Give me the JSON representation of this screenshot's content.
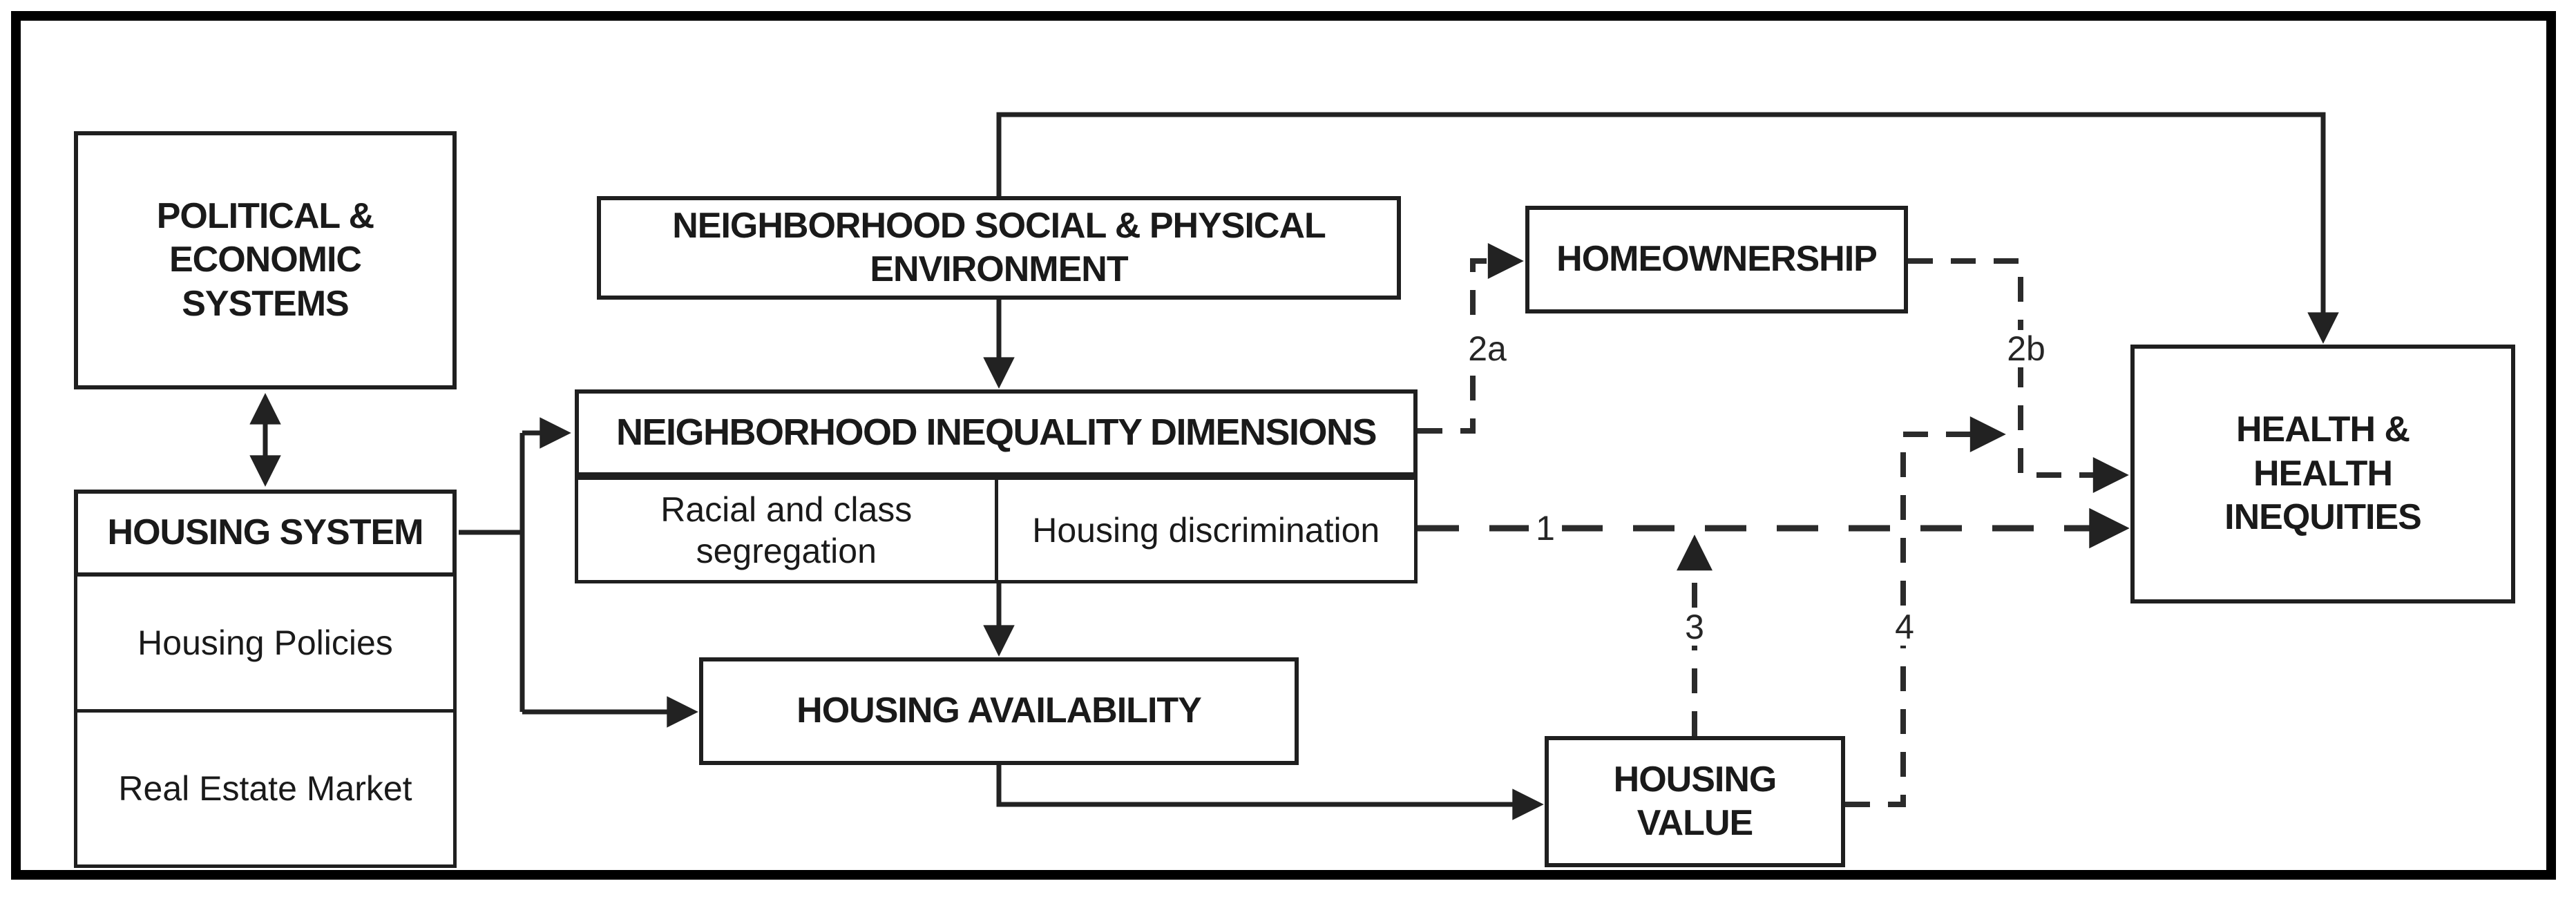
{
  "colors": {
    "background": "#ffffff",
    "frame_border": "#000000",
    "box_border": "#1f1f1f",
    "line": "#222222",
    "text": "#1a1a1a"
  },
  "boxes": {
    "political_economic": {
      "line1": "POLITICAL &",
      "line2": "ECONOMIC",
      "line3": "SYSTEMS"
    },
    "housing_system": {
      "header": "HOUSING SYSTEM",
      "row1": "Housing Policies",
      "row2": "Real Estate Market"
    },
    "neighborhood_environment": {
      "line1": "NEIGHBORHOOD SOCIAL & PHYSICAL",
      "line2": "ENVIRONMENT"
    },
    "neighborhood_inequality": {
      "header": "NEIGHBORHOOD INEQUALITY DIMENSIONS",
      "cell_left_line1": "Racial and class",
      "cell_left_line2": "segregation",
      "cell_right": "Housing discrimination"
    },
    "homeownership": {
      "label": "HOMEOWNERSHIP"
    },
    "housing_availability": {
      "label": "HOUSING AVAILABILITY"
    },
    "housing_value": {
      "line1": "HOUSING",
      "line2": "VALUE"
    },
    "health": {
      "line1": "HEALTH &",
      "line2": "HEALTH",
      "line3": "INEQUITIES"
    }
  },
  "path_labels": {
    "label_1": "1",
    "label_2a": "2a",
    "label_2b": "2b",
    "label_3": "3",
    "label_4": "4"
  }
}
